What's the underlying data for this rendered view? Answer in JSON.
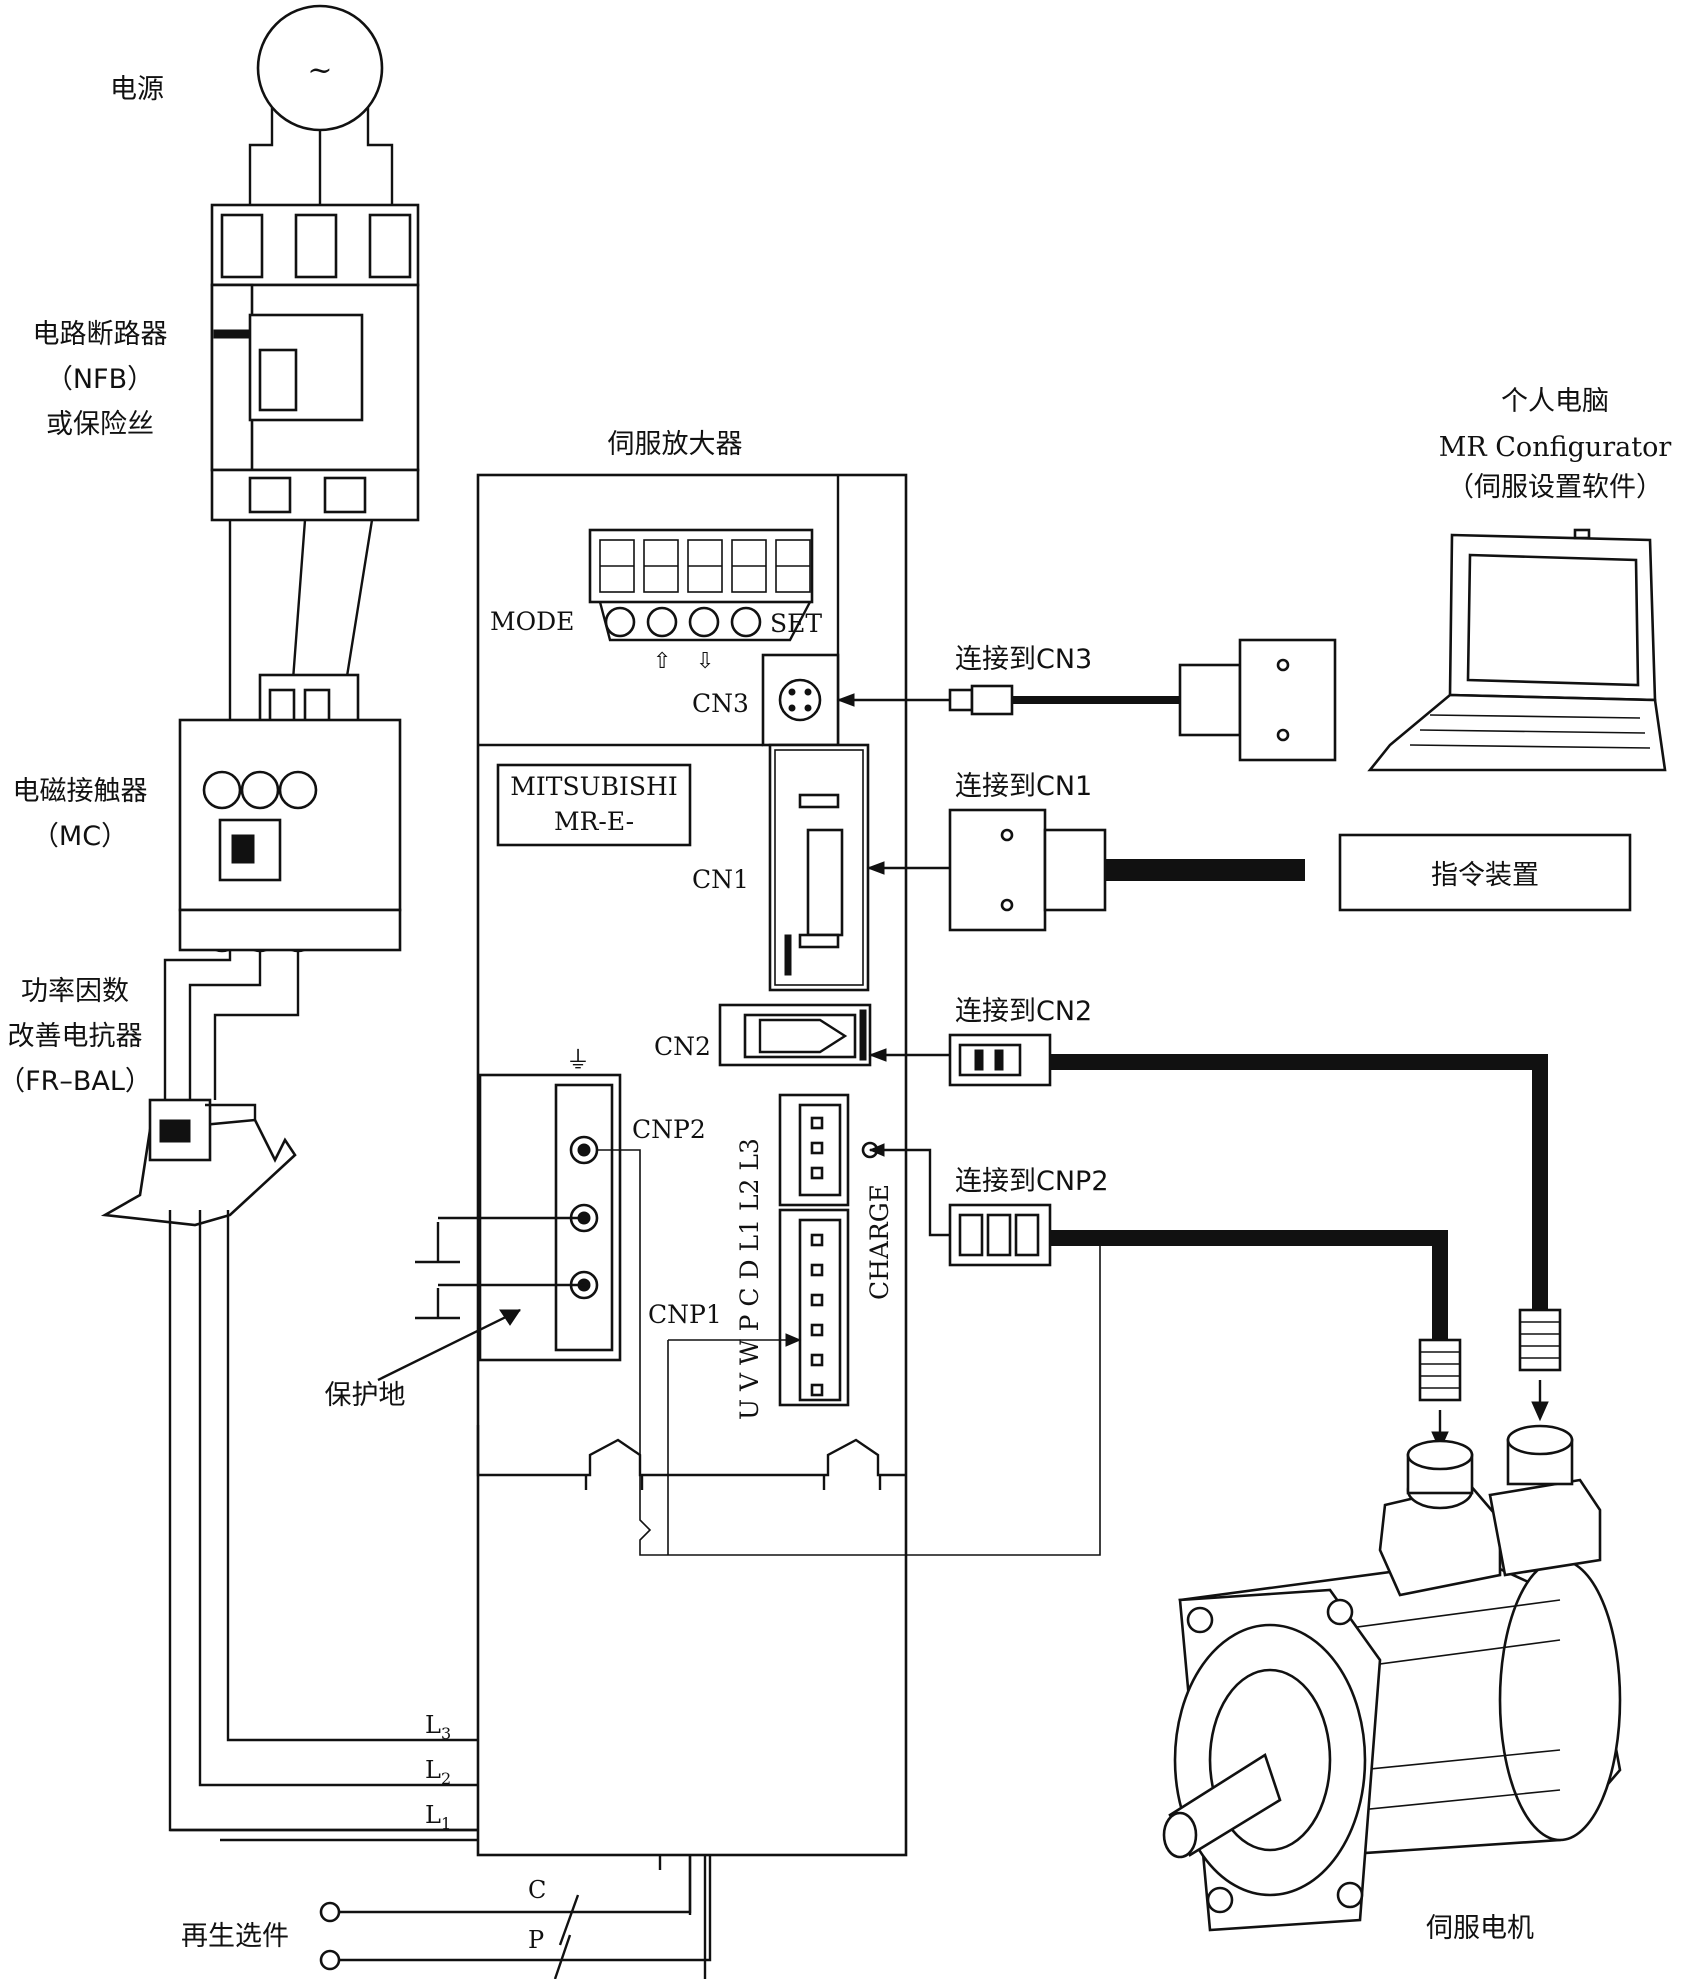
{
  "labels": {
    "power_source": "电源",
    "ac_symbol": "~",
    "breaker_line1": "电路断路器",
    "breaker_line2": "（NFB）",
    "breaker_line3": "或保险丝",
    "contactor_line1": "电磁接触器",
    "contactor_line2": "（MC）",
    "reactor_line1": "功率因数",
    "reactor_line2": "改善电抗器",
    "reactor_line3": "（FR–BAL）",
    "amplifier_title": "伺服放大器",
    "mode": "MODE",
    "set": "SET",
    "arrow_up": "⇧",
    "arrow_down": "⇩",
    "cn3": "CN3",
    "cn1": "CN1",
    "cn2": "CN2",
    "cnp2": "CNP2",
    "cnp1": "CNP1",
    "brand_line1": "MITSUBISHI",
    "brand_line2": "MR-E-",
    "terminal_strip_top": "U V W P C D L1 L2 L3",
    "charge": "CHARGE",
    "ground_symbol": "⏚",
    "protective_earth": "保护地",
    "pc_line1": "个人电脑",
    "pc_line2": "MR Configurator",
    "pc_line3": "（伺服设置软件）",
    "connect_cn3": "连接到CN3",
    "connect_cn1": "连接到CN1",
    "connect_cn2": "连接到CN2",
    "connect_cnp2": "连接到CNP2",
    "command_device": "指令装置",
    "motor": "伺服电机",
    "regen_option": "再生选件",
    "wire_c": "C",
    "wire_p": "P",
    "l3": "L",
    "l3_sub": "3",
    "l2": "L",
    "l2_sub": "2",
    "l1": "L",
    "l1_sub": "1"
  }
}
